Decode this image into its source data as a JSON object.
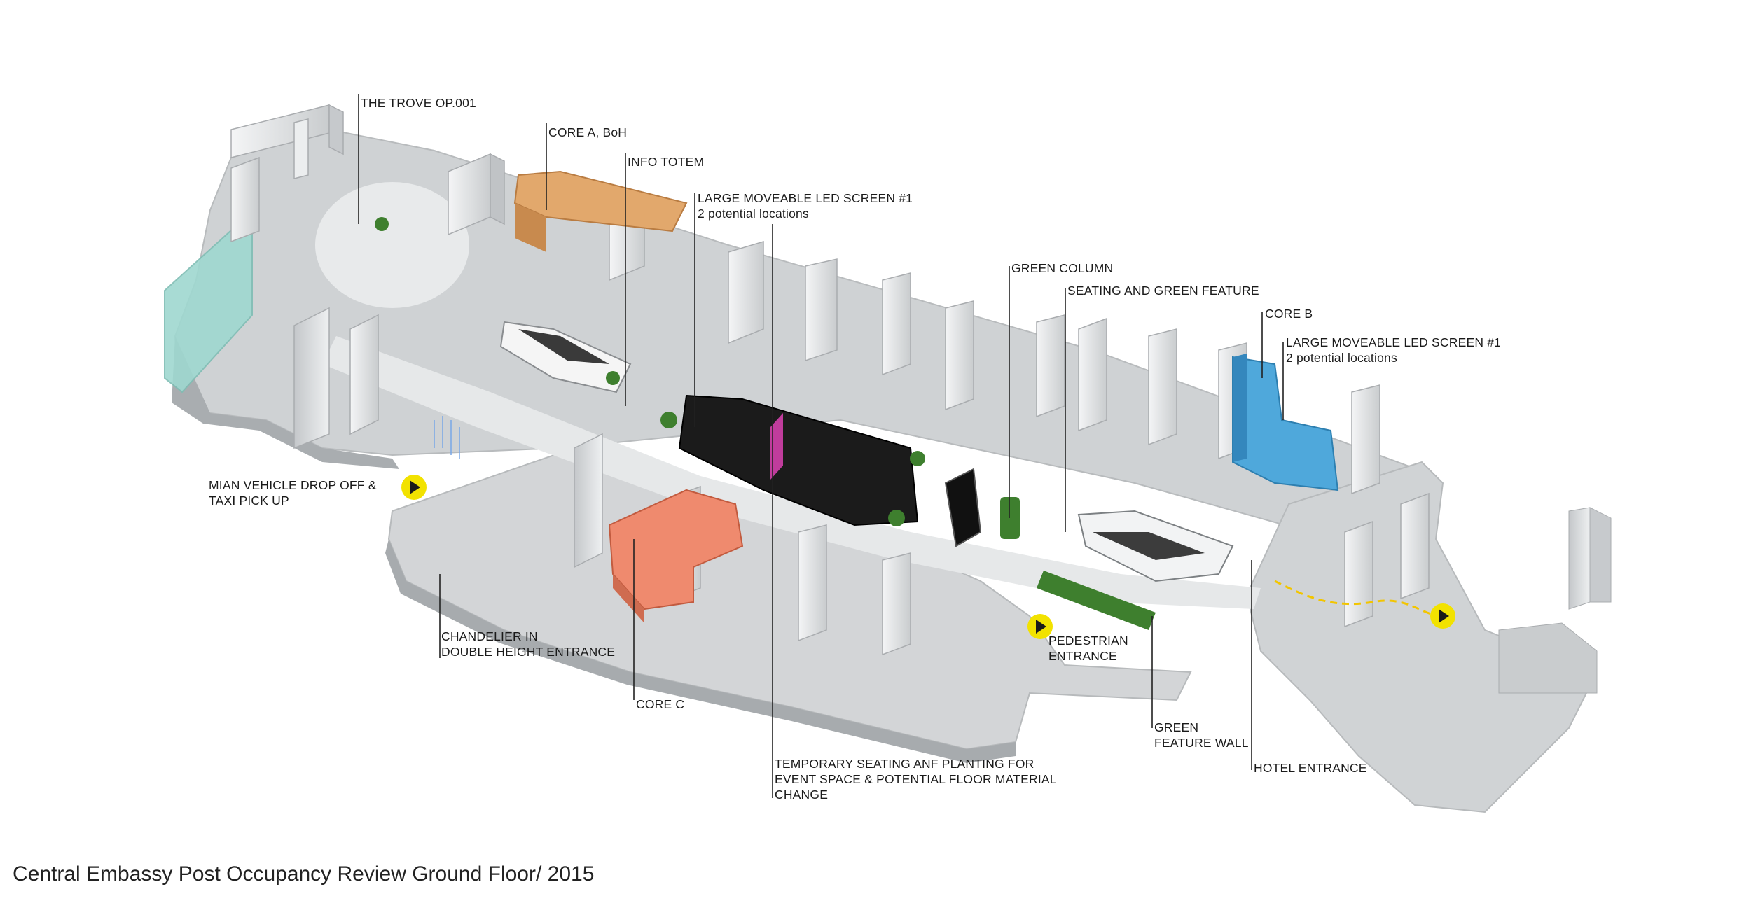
{
  "title": "Central Embassy Post Occupancy Review Ground Floor/ 2015",
  "labels": {
    "trove": "THE TROVE OP.001",
    "core_a": "CORE A, BoH",
    "info_totem": "INFO TOTEM",
    "led1_l1": "LARGE MOVEABLE LED SCREEN #1",
    "led1_l2": "2 potential locations",
    "green_column": "GREEN COLUMN",
    "seating_green": "SEATING AND GREEN FEATURE",
    "core_b": "CORE B",
    "led2_l1": "LARGE MOVEABLE LED SCREEN #1",
    "led2_l2": "2 potential locations",
    "vehicle_l1": "MIAN VEHICLE DROP OFF &",
    "vehicle_l2": "TAXI PICK UP",
    "chandelier_l1": "CHANDELIER IN",
    "chandelier_l2": "DOUBLE HEIGHT ENTRANCE",
    "core_c": "CORE C",
    "pedestrian_l1": "PEDESTRIAN",
    "pedestrian_l2": "ENTRANCE",
    "green_wall_l1": "GREEN",
    "green_wall_l2": "FEATURE WALL",
    "hotel": "HOTEL ENTRANCE",
    "temp_l1": "TEMPORARY SEATING ANF PLANTING FOR",
    "temp_l2": "EVENT SPACE & POTENTIAL FLOOR MATERIAL",
    "temp_l3": "CHANGE"
  },
  "colors": {
    "floor": "#d4d6d8",
    "floor_light": "#e4e6e7",
    "wall": "#f0f1f2",
    "wall_shade": "#b9bcbf",
    "core_a": "#e2a86c",
    "core_b": "#4fa8db",
    "core_c": "#ef8a6e",
    "glass": "#9fd8d0",
    "event_floor": "#1b1b1b",
    "planting": "#3e7f2e",
    "entrance_marker": "#f2e200",
    "leader": "#222222"
  }
}
